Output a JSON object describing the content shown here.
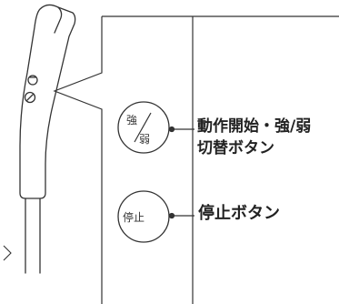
{
  "labels": {
    "power_strength": "動作開始・強/弱",
    "switch": "切替ボタン",
    "stop": "停止ボタン"
  },
  "buttons": {
    "strong": "強",
    "weak": "弱",
    "stop": "停止"
  },
  "colors": {
    "line": "#333333",
    "text": "#222222",
    "background": "#ffffff"
  }
}
